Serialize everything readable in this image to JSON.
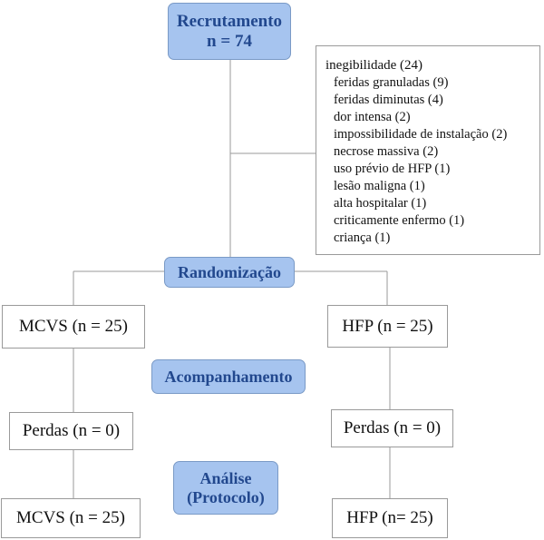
{
  "stages": {
    "recruitment": {
      "title": "Recrutamento",
      "count": "n = 74"
    },
    "randomization": {
      "title": "Randomização"
    },
    "follow_up": {
      "title": "Acompanhamento"
    },
    "analysis": {
      "title_line1": "Análise",
      "title_line2": "(Protocolo)"
    }
  },
  "exclusions": {
    "header": "inegibilidade (24)",
    "items": [
      "feridas granuladas (9)",
      "feridas diminutas (4)",
      "dor intensa (2)",
      "impossibilidade de instalação (2)",
      "necrose massiva (2)",
      "uso prévio de HFP (1)",
      "lesão maligna (1)",
      "alta hospitalar (1)",
      "criticamente enfermo (1)",
      "criança (1)"
    ]
  },
  "arms": {
    "left": {
      "allocated": "MCVS (n = 25)",
      "losses": "Perdas (n = 0)",
      "analyzed": "MCVS (n = 25)"
    },
    "right": {
      "allocated": "HFP (n = 25)",
      "losses": "Perdas (n = 0)",
      "analyzed": "HFP (n= 25)"
    }
  },
  "colors": {
    "stage_fill": "#a6c4ef",
    "stage_text": "#22488e",
    "connector": "#9a9a9a"
  }
}
